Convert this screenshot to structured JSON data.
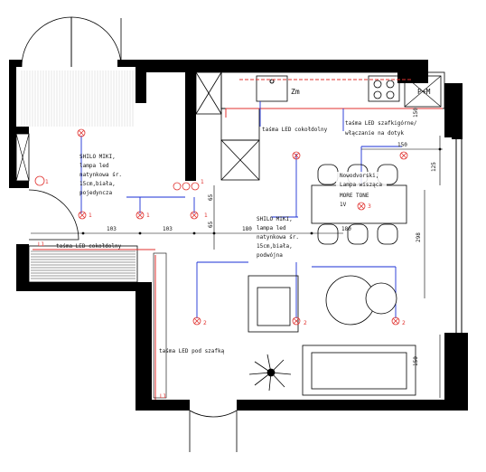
{
  "labels": {
    "kitchen_zm": "Zm",
    "kitchen_pm": "P+M",
    "led_cokol_top": "taśma LED cokołdolny",
    "led_szafki_gorne_1": "taśma LED szafkigórne/",
    "led_szafki_gorne_2": "włączanie na dotyk",
    "led_cokol_left": "taśma LED cokołdolny",
    "led_pod_szafka": "taśma LED pod szafką",
    "shilo_single": [
      "SHILO MIKI,",
      "lampa led",
      "natynkowa śr.",
      "15cm,biała,",
      "pojedyncza"
    ],
    "shilo_double": [
      "SHILO MIKI,",
      "lampa led",
      "natynkowa śr.",
      "15cm,biała,",
      "podwójna"
    ],
    "nowodvorski": [
      "Nowodvorski,",
      "Lampa wisząca",
      "MORE TONE",
      "1V"
    ],
    "l1_top": "L1",
    "l1_bottom": "L1"
  },
  "dimensions": {
    "d103_a": "103",
    "d103_b": "103",
    "d180_a": "180",
    "d180_b": "180",
    "d150_top": "150",
    "d125": "125",
    "d298": "298",
    "d150_right": "150",
    "d150_side": "150",
    "d65_a": "65",
    "d65_b": "65"
  },
  "fixture_numbers": {
    "n1_a": "1",
    "n1_b": "1",
    "n1_c": "1",
    "n1_d": "1",
    "n1_e": "1",
    "n2_a": "2",
    "n2_b": "2",
    "n2_c": "2",
    "n3": "3"
  },
  "colors": {
    "wall": "#000000",
    "led_line": "#e0322f",
    "circuit": "#1a2fd6",
    "stair_hatch": "#444444"
  }
}
